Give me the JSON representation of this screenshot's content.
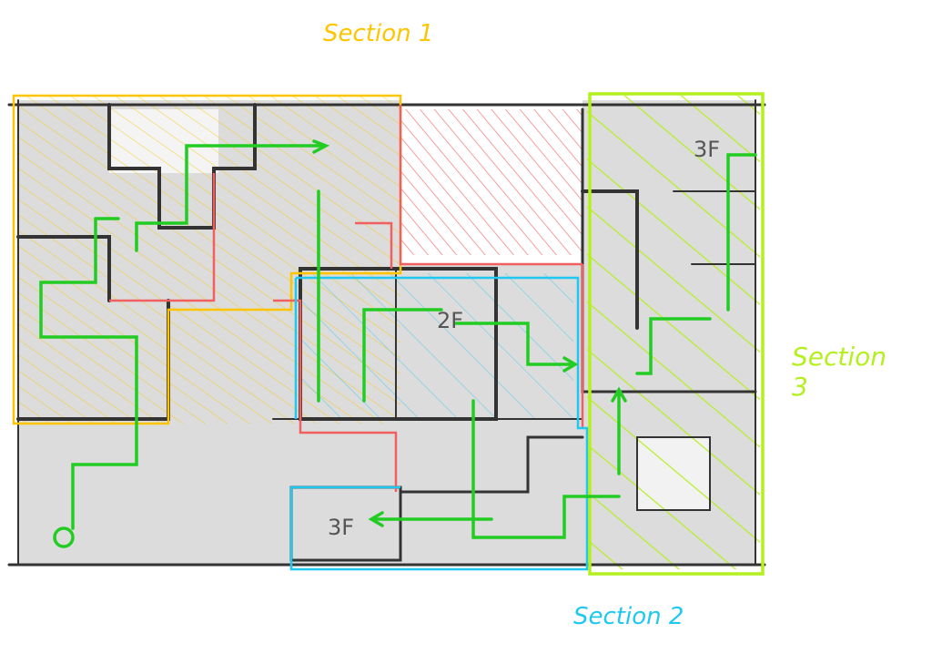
{
  "labels": {
    "section1": "Section 1",
    "section2": "Section 2",
    "section3": "Section 3"
  },
  "floors": {
    "top_right": "3F",
    "center": "2F",
    "bottom": "3F"
  },
  "colors": {
    "section1": "#ffc400",
    "section2": "#1ec8f0",
    "section3": "#b4f01e",
    "restricted": "#f06060",
    "path": "#22cc22",
    "walls": "#333333",
    "fill": "#d8d8d8"
  }
}
